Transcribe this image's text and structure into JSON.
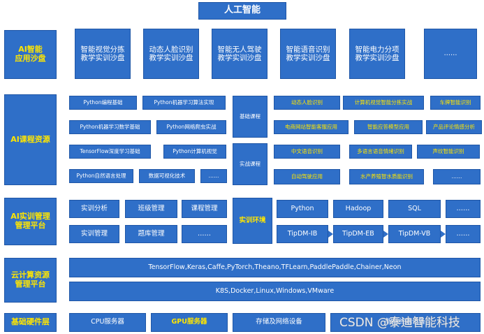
{
  "title": "人工智能",
  "rows": {
    "sandbox": {
      "label": "AI智能\n应用沙盘",
      "items": [
        "智能视觉分拣\n教学实训沙盘",
        "动态人脸识别\n教学实训沙盘",
        "智能无人驾驶\n教学实训沙盘",
        "智能语音识别\n教学实训沙盘",
        "智能电力分项\n教学实训沙盘",
        "……"
      ]
    },
    "course": {
      "label": "AI课程资源",
      "basic_label": "基础课程",
      "practice_label": "实战课程",
      "left_items": [
        "Python编程基础",
        "Python机器学习算法实现",
        "Python机器学习数学基础",
        "Python网络爬虫实战",
        "TensorFlow深度学习基础",
        "Python计算机视觉",
        "Python自然语言处理",
        "数据可视化技术",
        "……"
      ],
      "right_items": [
        "动态人脸识别",
        "计算机视觉智能分拣实战",
        "车牌智能识别",
        "电商网站智能客服应用",
        "智能应答模型应用",
        "产品评论情感分析",
        "中文语音识别",
        "多语言语音情绪识别",
        "声纹智能识别",
        "自动驾驶应用",
        "水产养殖智水质能识别",
        "……"
      ]
    },
    "training": {
      "label": "AI实训管理\n管理平台",
      "left_items": [
        "实训分析",
        "班级管理",
        "课程管理",
        "实训管理",
        "题库管理",
        "……"
      ],
      "env_label": "实训环境",
      "env_top": [
        "Python",
        "Hadoop",
        "SQL",
        "……"
      ],
      "env_bottom": [
        "TipDM-IB",
        "TipDM-EB",
        "TipDM-VB",
        "……"
      ]
    },
    "cloud": {
      "label": "云计算资源\n管理平台",
      "line1": "TensorFlow,Keras,Caffe,PyTorch,Theano,TFLearn,PaddlePaddle,Chainer,Neon",
      "line2": "K8S,Docker,Linux,Windows,VMware"
    },
    "hardware": {
      "label": "基础硬件层",
      "items": [
        "CPU服务器",
        "GPU服务器",
        "存储及网络设备",
        "智能终端设备"
      ]
    }
  },
  "watermark": "CSDN @泰迪智能科技",
  "colors": {
    "box_blue": "#2f6fc8",
    "highlight_yellow": "#ffe600"
  }
}
